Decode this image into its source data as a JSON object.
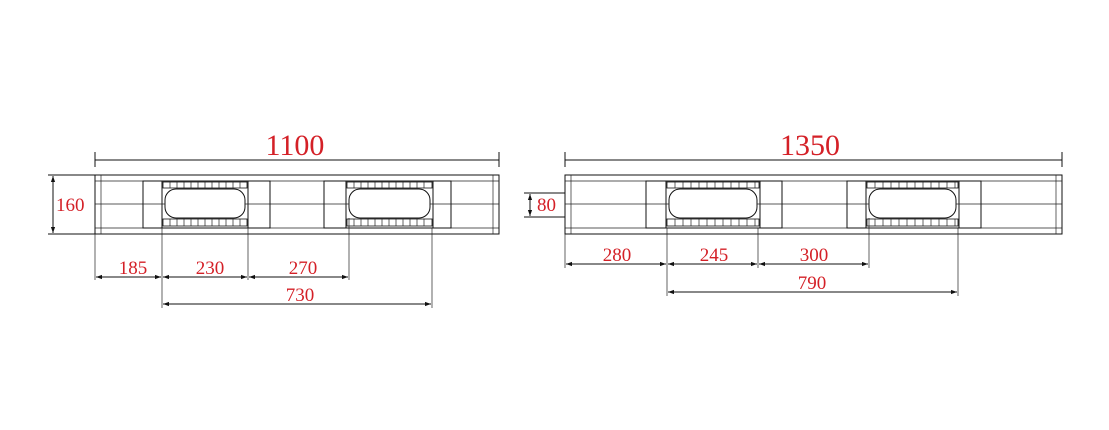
{
  "colors": {
    "dimension_text": "#d42027",
    "line": "#111111",
    "background": "#ffffff"
  },
  "left_view": {
    "overall_length": "1100",
    "height": "160",
    "dim_185": "185",
    "dim_230": "230",
    "dim_270": "270",
    "dim_730": "730"
  },
  "right_view": {
    "overall_length": "1350",
    "height": "80",
    "dim_280": "280",
    "dim_245": "245",
    "dim_300": "300",
    "dim_790": "790"
  }
}
